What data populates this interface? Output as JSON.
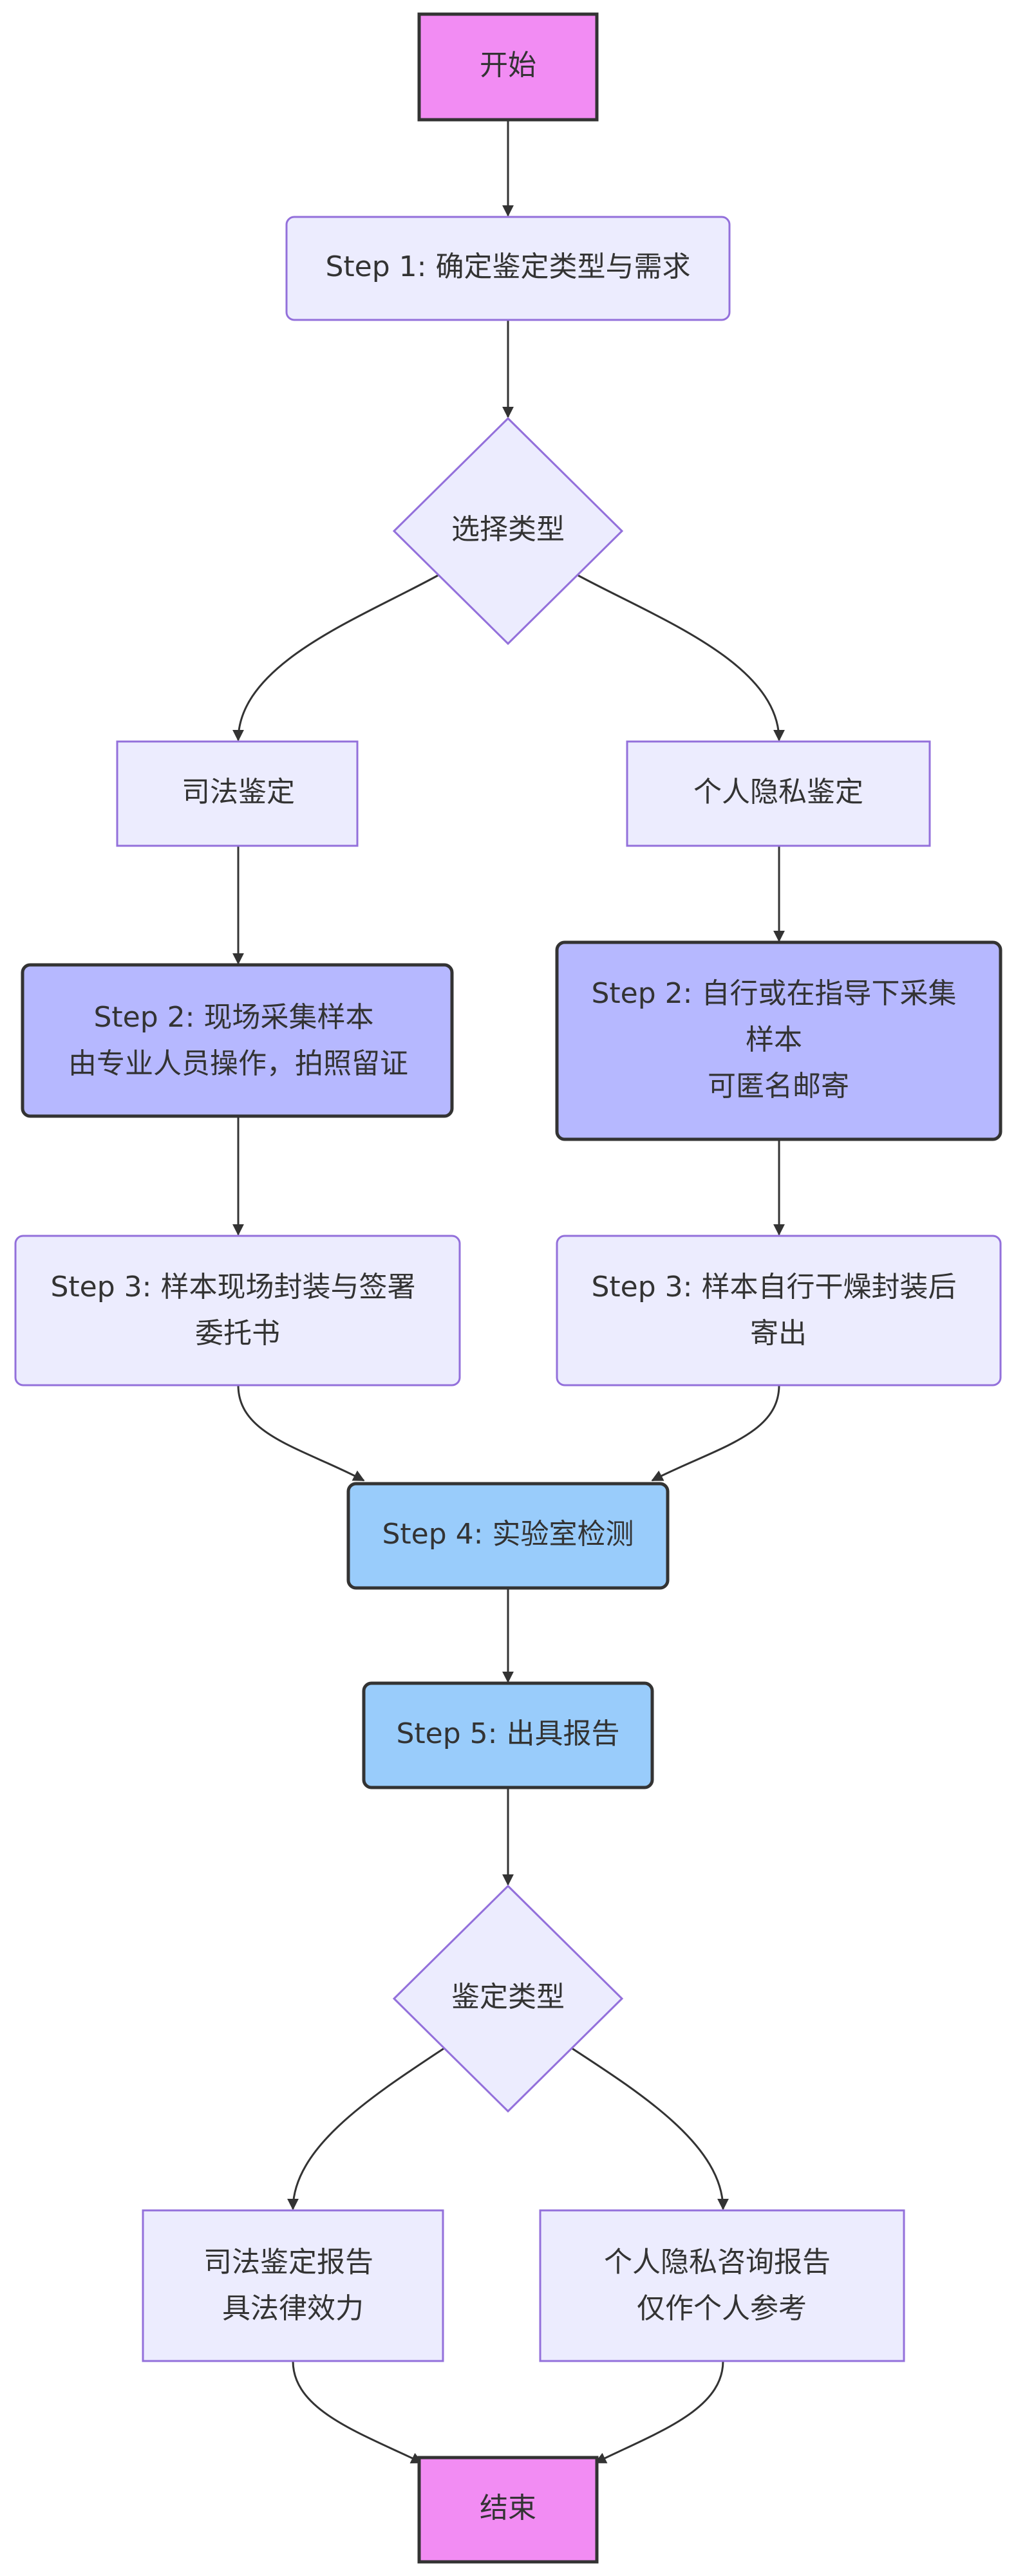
{
  "colors": {
    "terminal_fill": "#f28cf3",
    "process_fill": "#ececfe",
    "process_stroke": "#9370db",
    "highlight_fill": "#b6b8ff",
    "lab_fill": "#99ccfb",
    "dark_stroke": "#333333",
    "edge": "#333333",
    "text": "#333333"
  },
  "nodes": {
    "start": {
      "label": "开始"
    },
    "step1": {
      "label": "Step 1: 确定鉴定类型与需求"
    },
    "choose_type": {
      "label": "选择类型"
    },
    "judicial": {
      "label": "司法鉴定"
    },
    "private": {
      "label": "个人隐私鉴定"
    },
    "judicial_step2": {
      "lines": [
        "Step 2: 现场采集样本",
        "由专业人员操作，拍照留证"
      ]
    },
    "private_step2": {
      "lines": [
        "Step 2: 自行或在指导下采集",
        "样本",
        "可匿名邮寄"
      ]
    },
    "judicial_step3": {
      "lines": [
        "Step 3: 样本现场封装与签署",
        "委托书"
      ]
    },
    "private_step3": {
      "lines": [
        "Step 3: 样本自行干燥封装后",
        "寄出"
      ]
    },
    "step4": {
      "label": "Step 4: 实验室检测"
    },
    "step5": {
      "label": "Step 5: 出具报告"
    },
    "report_type": {
      "label": "鉴定类型"
    },
    "judicial_report": {
      "lines": [
        "司法鉴定报告",
        "具法律效力"
      ]
    },
    "private_report": {
      "lines": [
        "个人隐私咨询报告",
        "仅作个人参考"
      ]
    },
    "end": {
      "label": "结束"
    }
  }
}
